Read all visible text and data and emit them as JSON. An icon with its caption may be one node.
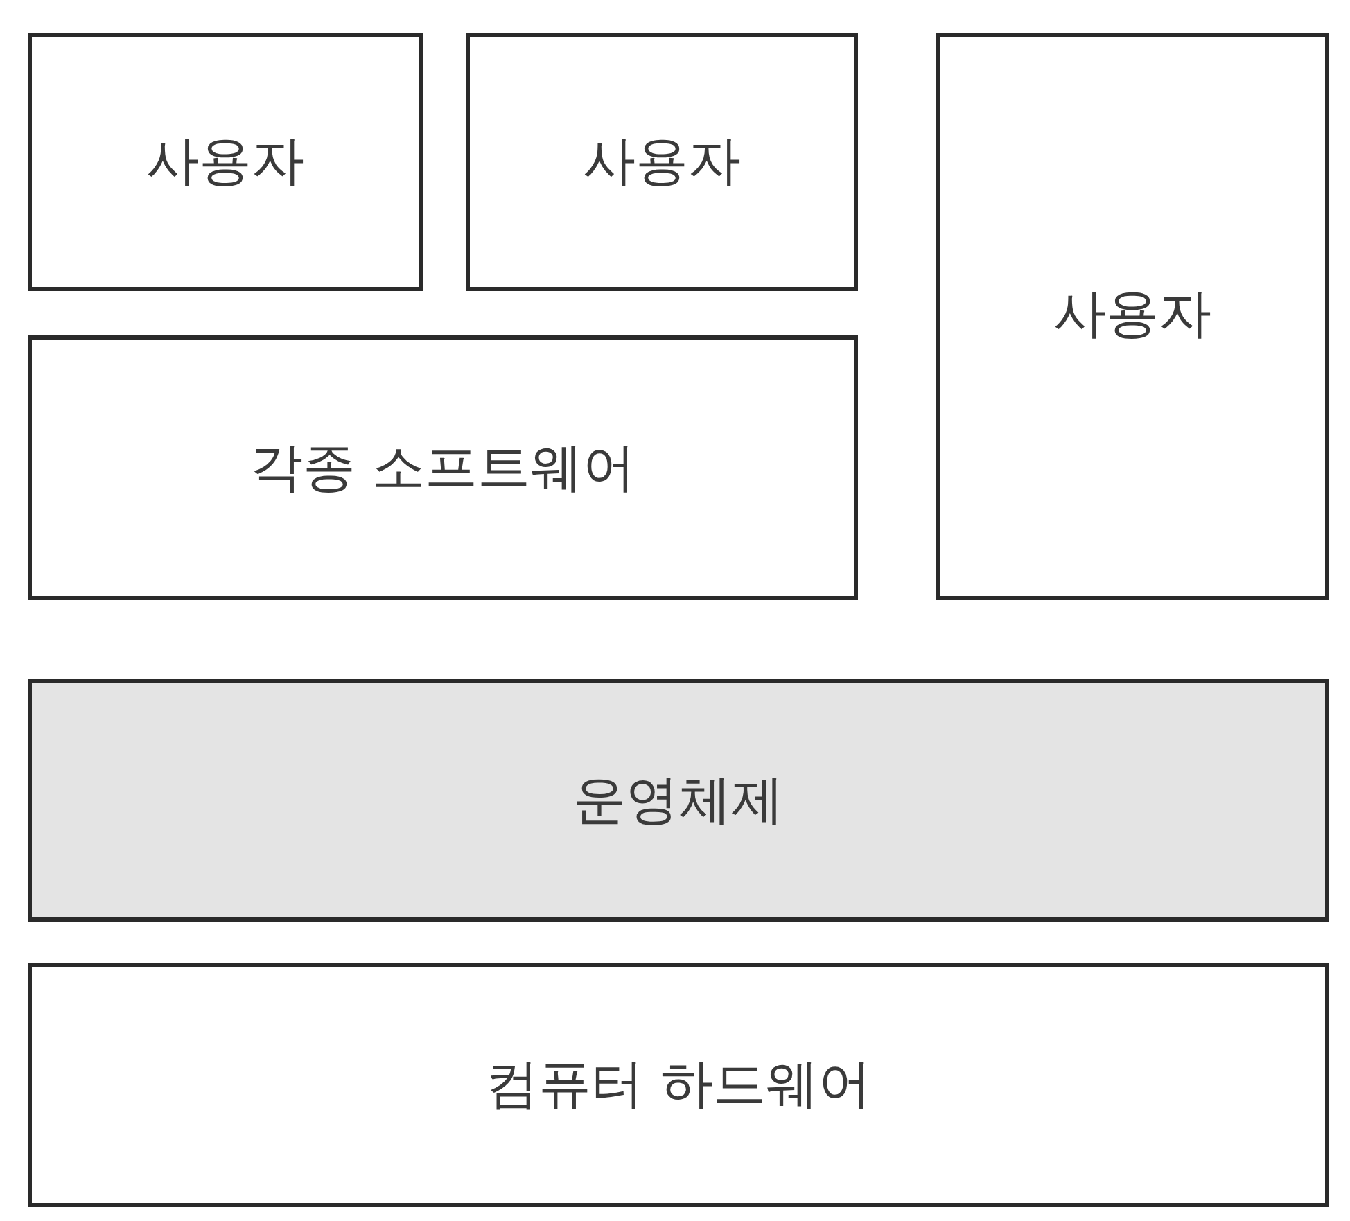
{
  "diagram": {
    "nodes": [
      {
        "text": [
          "사용자"
        ]
      },
      {
        "text": [
          "사용자"
        ]
      },
      {
        "text": [
          "사용자"
        ]
      },
      {
        "text": [
          "각종 소프트웨어"
        ]
      },
      {
        "text": [
          "운영체제"
        ]
      },
      {
        "text": [
          "컴퓨터 하드웨어"
        ]
      }
    ]
  }
}
